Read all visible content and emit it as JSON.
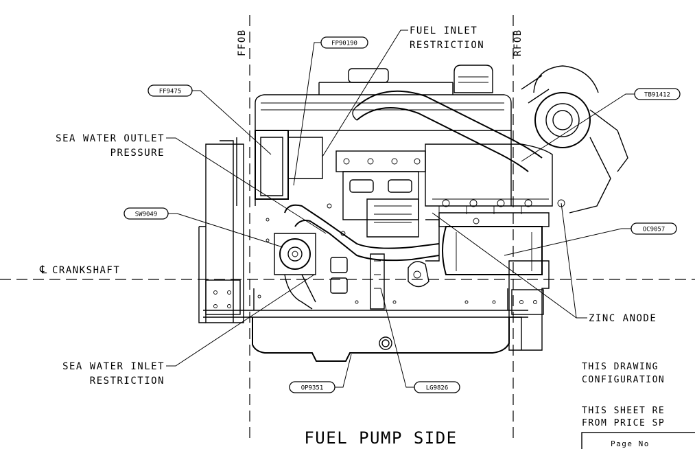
{
  "reference_lines": {
    "ffob": "FFOB",
    "rfob": "RFOB",
    "crankshaft": "CRANKSHAFT",
    "crankshaft_symbol": "℄"
  },
  "callouts": {
    "fuel_inlet": [
      "FUEL INLET",
      "RESTRICTION"
    ],
    "sea_water_outlet": [
      "SEA WATER OUTLET",
      "PRESSURE"
    ],
    "sea_water_inlet": [
      "SEA WATER INLET",
      "RESTRICTION"
    ],
    "zinc_anode": "ZINC ANODE"
  },
  "part_tags": {
    "fp": "FP90190",
    "ff": "FF9475",
    "tb": "TB91412",
    "sw": "SW9049",
    "oc": "OC9057",
    "op": "OP9351",
    "lg": "LG9826"
  },
  "notes": {
    "drawing_note": [
      "THIS DRAWING",
      "CONFIGURATION"
    ],
    "sheet_note": [
      "THIS SHEET RE",
      "FROM PRICE SP"
    ],
    "box_text": "Page No"
  },
  "view_title": "FUEL PUMP SIDE"
}
